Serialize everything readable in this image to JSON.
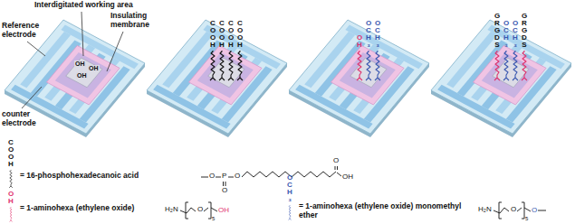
{
  "diagram": {
    "labels": [
      "Interdigitated working area",
      "Insulating membrane",
      "Reference electrode",
      "counter electrode",
      "OH",
      "OH",
      "OH",
      "COOH",
      "COOH",
      "COOH",
      "COOH",
      "OH",
      "OCH₃",
      "OCH₃",
      "GRGDS",
      "OCH₃",
      "OCH₃",
      "GRGDS",
      "COOH",
      "OH",
      "OCH₃",
      "O",
      "P",
      "O",
      "O",
      "O",
      "OH",
      "H₂N",
      "O",
      "5",
      "OH",
      "H₂N",
      "O",
      "5",
      "O"
    ],
    "legend": [
      {
        "text": "= 16-phosphohexadecanoic acid"
      },
      {
        "text": "= 1-aminohexa (ethylene oxide)"
      },
      {
        "text": "= 1-aminohexa (ethylene oxide) monomethyl ether"
      }
    ]
  }
}
